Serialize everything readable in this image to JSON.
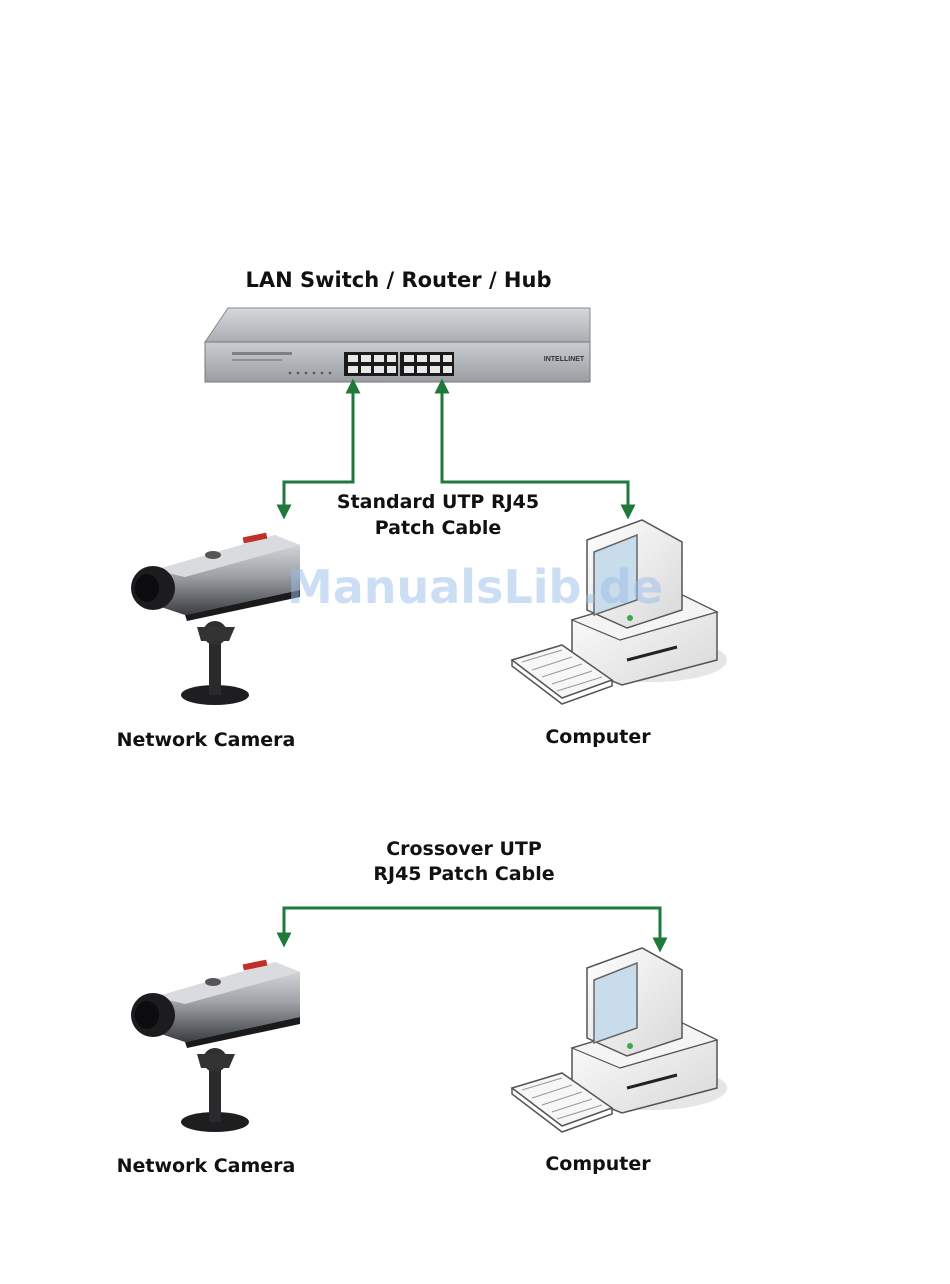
{
  "switch": {
    "title": "LAN Switch / Router / Hub",
    "brand": "INTELLINET"
  },
  "standard_cable": {
    "line1": "Standard UTP RJ45",
    "line2": "Patch Cable"
  },
  "crossover_cable": {
    "line1": "Crossover UTP",
    "line2": "RJ45 Patch Cable"
  },
  "devices": {
    "camera_label": "Network Camera",
    "computer_label": "Computer"
  },
  "watermark": "ManualsLib.de",
  "colors": {
    "cable": "#1f7a3a",
    "device_silver": "#b8bcc0",
    "monitor_screen": "#c8dcec"
  }
}
